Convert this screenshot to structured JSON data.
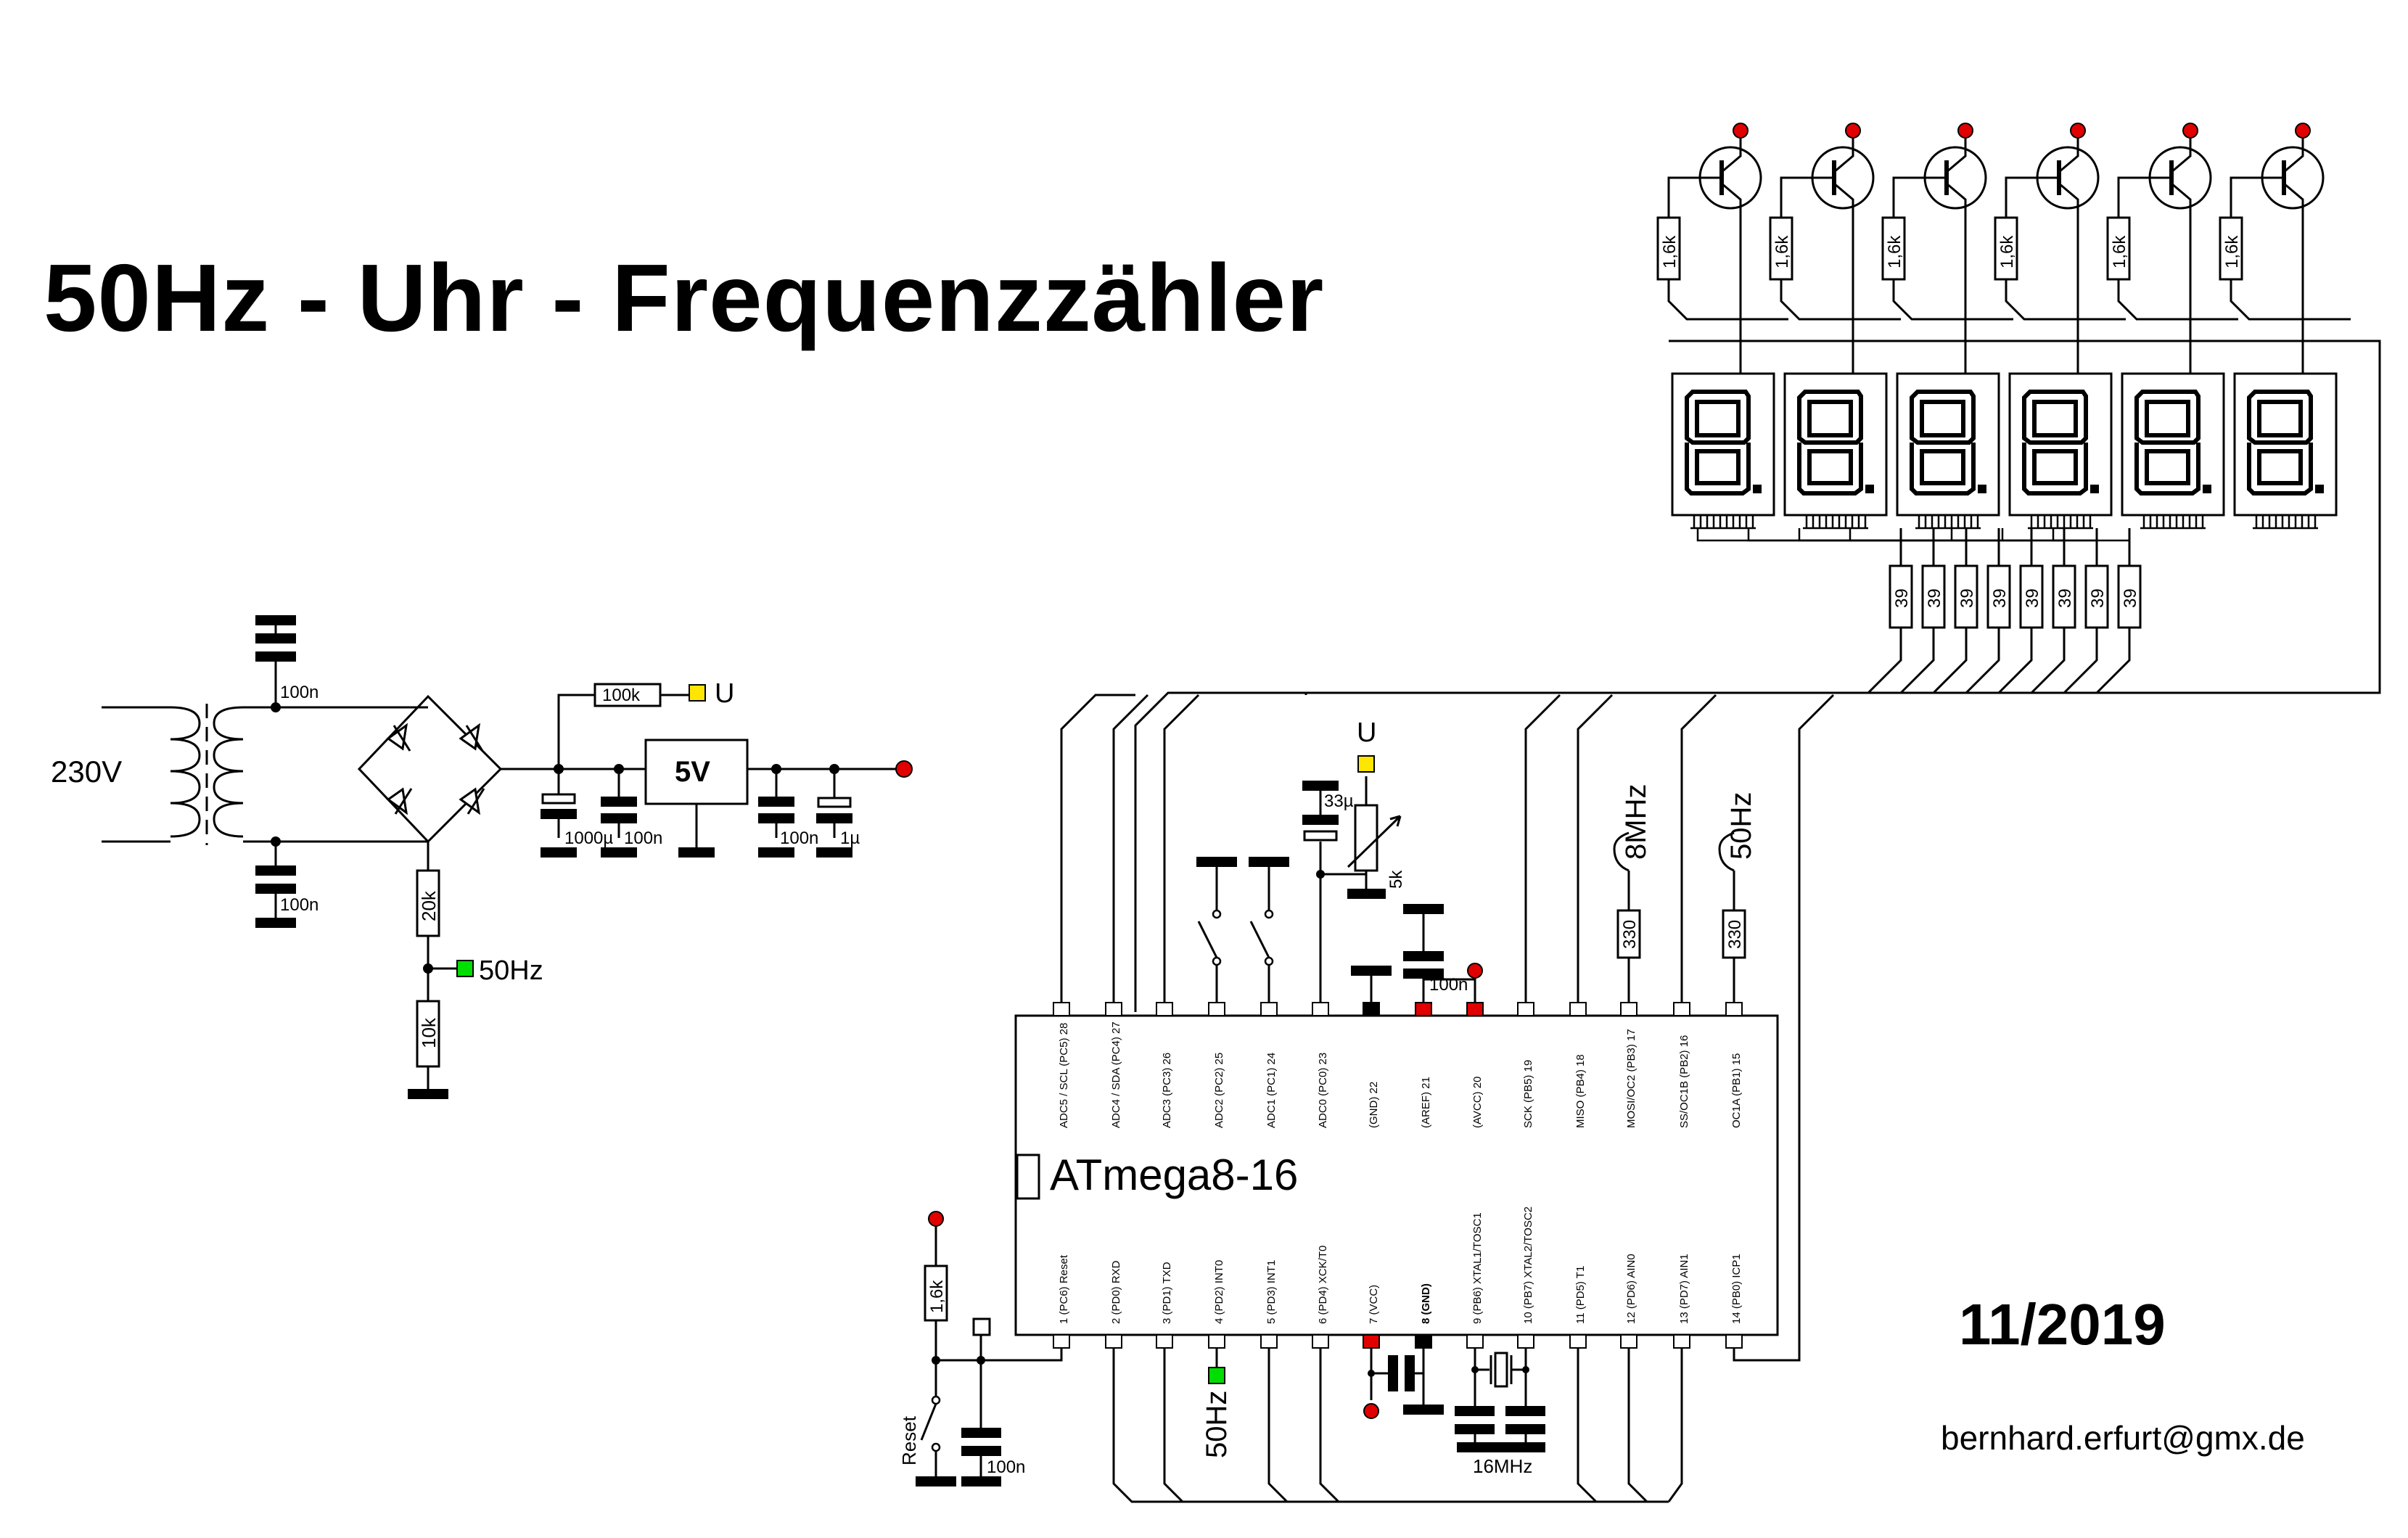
{
  "title": "50Hz - Uhr - Frequenzzähler",
  "date": "11/2019",
  "email": "bernhard.erfurt@gmx.de",
  "mcu": {
    "name": "ATmega8-16",
    "top_pins": [
      "ADC5 / SCL (PC5) 28",
      "ADC4 / SDA (PC4) 27",
      "ADC3 (PC3) 26",
      "ADC2 (PC2) 25",
      "ADC1 (PC1) 24",
      "ADC0 (PC0) 23",
      "(GND) 22",
      "(AREF) 21",
      "(AVCC) 20",
      "SCK (PB5) 19",
      "MISO (PB4) 18",
      "MOSI/OC2 (PB3) 17",
      "SS/OC1B (PB2) 16",
      "OC1A (PB1) 15"
    ],
    "bottom_pins": [
      "1 (PC6) Reset",
      "2 (PD0) RXD",
      "3 (PD1) TXD",
      "4 (PD2) INT0",
      "5 (PD3) INT1",
      "6 (PD4) XCK/T0",
      "7 (VCC)",
      "8 (GND)",
      "9 (PB6) XTAL1/TOSC1",
      "10 (PB7) XTAL2/TOSC2",
      "11 (PD5) T1",
      "12 (PD6) AIN0",
      "13 (PD7) AIN1",
      "14 (PB0) ICP1"
    ]
  },
  "labels": {
    "mains": "230V",
    "regulator": "5V",
    "u_supply": "U",
    "u_supply_2": "U",
    "hz50": "50Hz",
    "hz50_in": "50Hz",
    "hz50_out": "50Hz",
    "mhz8": "8MHz",
    "crystal": "16MHz",
    "reset": "Reset",
    "pot": "5k"
  },
  "values": {
    "c_top": "100n",
    "c_bottom": "100n",
    "r_feedback": "100k",
    "c_bulk": "1000µ",
    "c_in": "100n",
    "c_out": "100n",
    "c_out2": "1µ",
    "r_div_top": "20k",
    "r_div_bottom": "10k",
    "c_aref": "33µ",
    "c_avcc": "100n",
    "r_8mhz": "330",
    "r_50hz": "330",
    "r_reset": "1,6k",
    "c_reset": "100n",
    "r_base": [
      "1,6k",
      "1,6k",
      "1,6k",
      "1,6k",
      "1,6k",
      "1,6k"
    ],
    "r_segment": [
      "39",
      "39",
      "39",
      "39",
      "39",
      "39",
      "39",
      "39"
    ]
  },
  "display": {
    "digits": 6
  },
  "colors": {
    "supply_dot": "#e00000",
    "test_point": "#00dd00",
    "u_marker": "#ffe600"
  }
}
